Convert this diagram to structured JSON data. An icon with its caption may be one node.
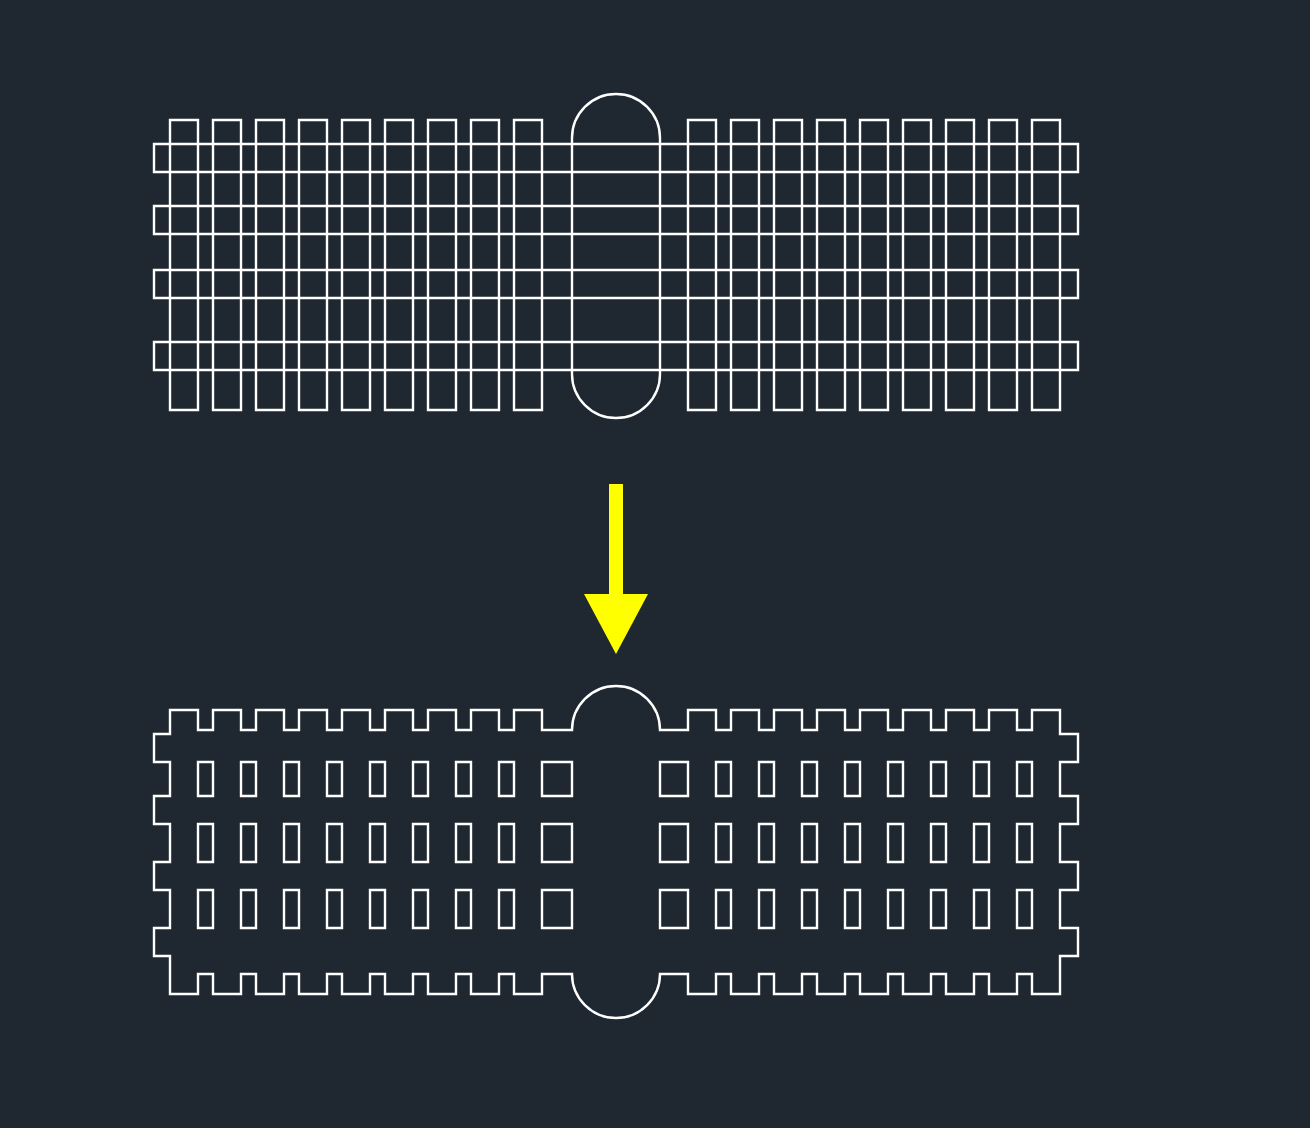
{
  "diagram": {
    "nodes": [
      {
        "text": [],
        "shape": "picture"
      },
      {
        "text": [],
        "shape": "picture"
      }
    ],
    "edges": [
      {
        "from": 0,
        "to": 1,
        "arrow": "to",
        "color": "#ffff00"
      }
    ]
  }
}
